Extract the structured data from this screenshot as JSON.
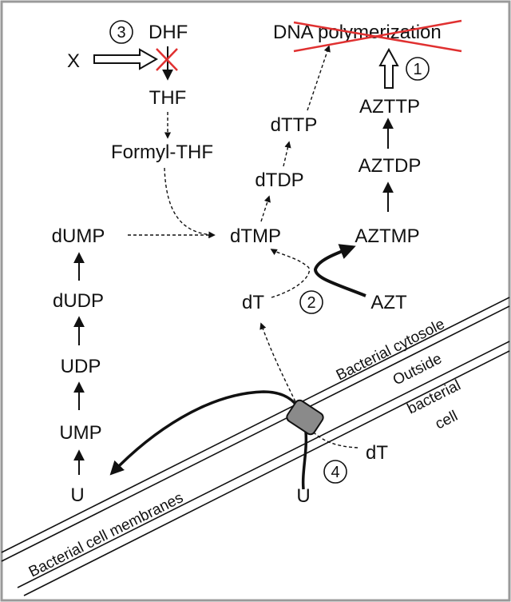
{
  "colors": {
    "ink": "#111111",
    "inhibition_mark": "#e03030",
    "frame": "#9a9a9a",
    "transporter": "#8a8a8a"
  },
  "pathway": {
    "uridine_branch": [
      "U",
      "UMP",
      "UDP",
      "dUDP",
      "dUMP"
    ],
    "thymidine_branch": [
      "dTMP",
      "dTDP",
      "dTTP"
    ],
    "azt_branch": [
      "AZT",
      "AZTMP",
      "AZTDP",
      "AZTTP"
    ],
    "folate_branch": [
      "X",
      "DHF",
      "THF",
      "Formyl-THF"
    ],
    "dT_inside": "dT",
    "dT_outside": "dT",
    "U_outside": "U",
    "dna_polymerization": "DNA polymerization"
  },
  "step_numbers": [
    "1",
    "2",
    "3",
    "4"
  ],
  "regions": {
    "cytosole": "Bacterial cytosole",
    "outside_line1": "Outside",
    "outside_line2": "bacterial",
    "outside_line3": "cell",
    "membranes": "Bacterial cell membranes"
  },
  "icons": {
    "inhibition": "red-x-cross-icon",
    "transporter": "membrane-transporter-icon"
  }
}
